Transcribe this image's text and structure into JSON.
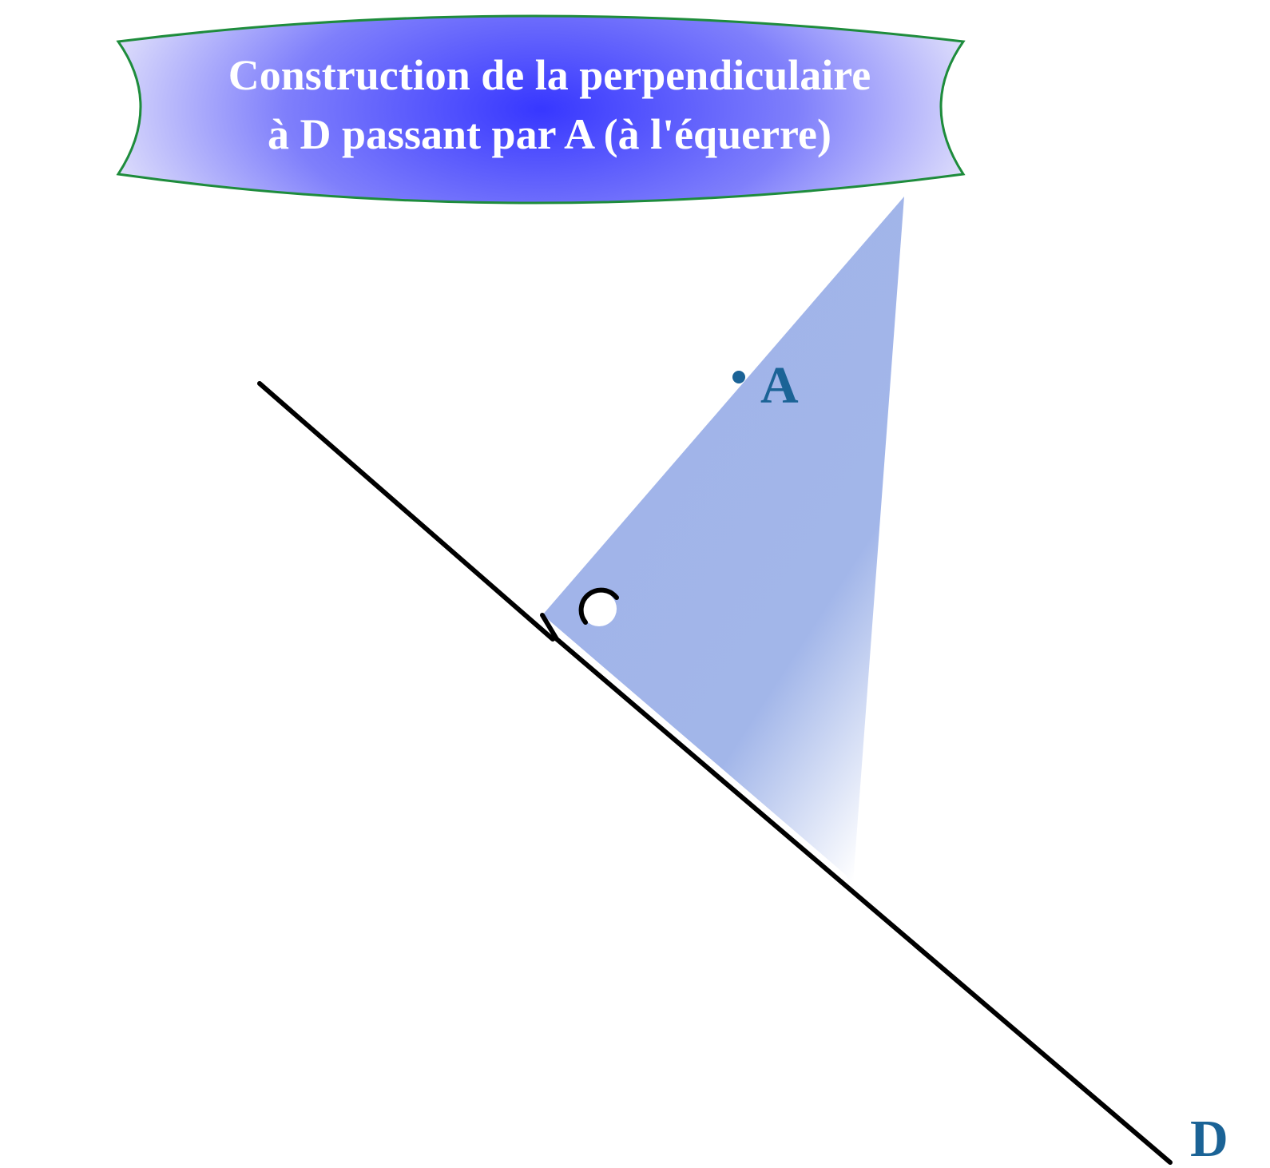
{
  "banner": {
    "line1": "Construction de la perpendiculaire",
    "line2": "à D passant par A (à l'équerre)"
  },
  "labels": {
    "point_a": "A",
    "line_d": "D"
  },
  "colors": {
    "banner_center": "#3a3aff",
    "banner_edge": "#e6e6fb",
    "banner_border": "#1e8c3c",
    "set_square": "#8aa3e6",
    "line": "#000000",
    "label": "#1b6396",
    "point": "#1b6396"
  },
  "icons": {
    "right_angle_marker": "right-angle-arc-icon"
  }
}
